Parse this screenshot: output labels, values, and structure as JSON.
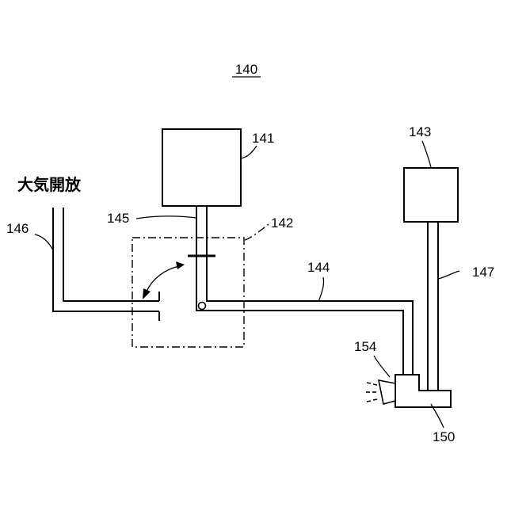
{
  "figure": {
    "title": "140",
    "labels": {
      "tank_141": "141",
      "switch_142": "142",
      "tank_143": "143",
      "pipe_144": "144",
      "pipe_145": "145",
      "pipe_146": "146",
      "pipe_147": "147",
      "nozzle_150": "150",
      "spray_154": "154",
      "open_air": "大気開放"
    }
  }
}
